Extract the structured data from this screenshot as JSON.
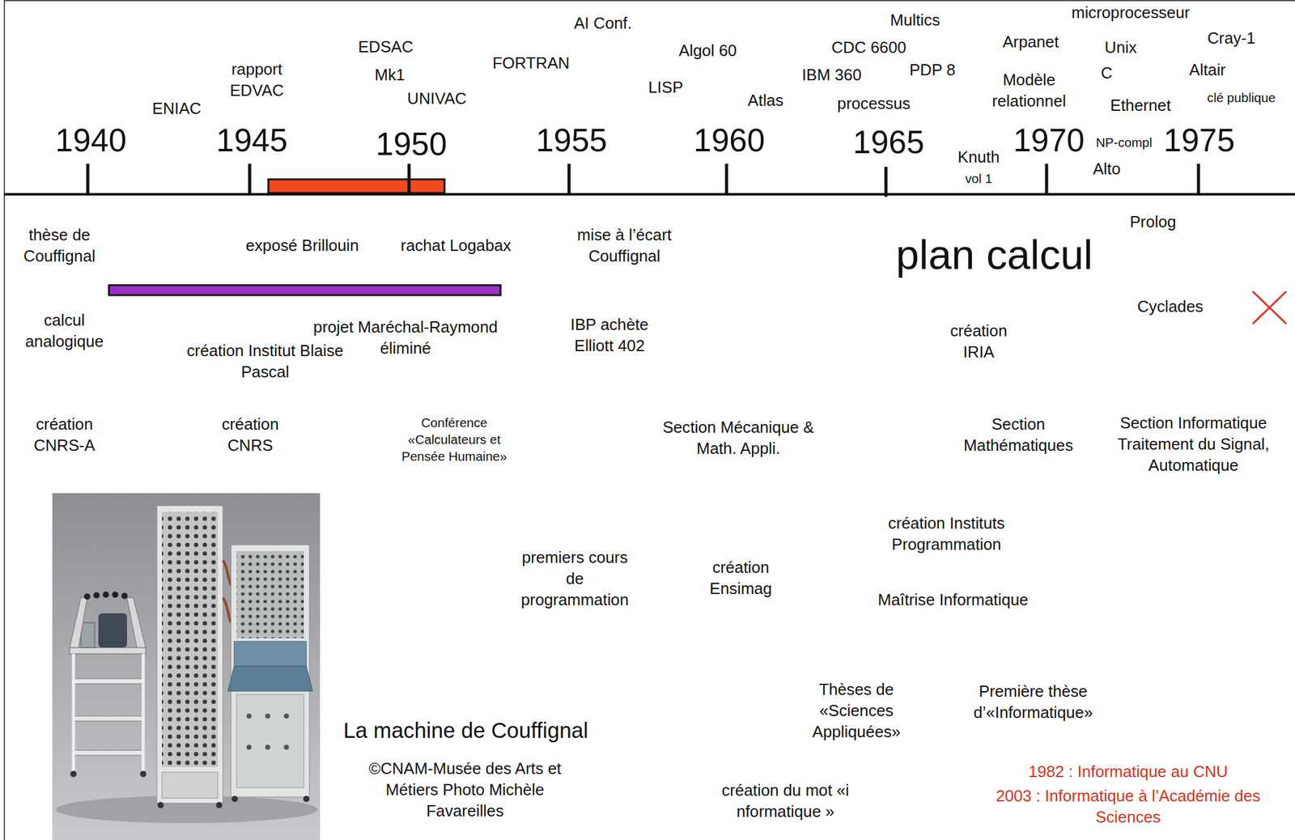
{
  "diagram": {
    "labels": [
      "1940",
      "1945",
      "1950",
      "1955",
      "1960",
      "1965",
      "1970",
      "1975",
      "ENIAC",
      "rapport EDVAC",
      "EDSAC",
      "Mk1",
      "UNIVAC",
      "FORTRAN",
      "AI Conf.",
      "Algol 60",
      "LISP",
      "Atlas",
      "Multics",
      "CDC 6600",
      "IBM 360",
      "PDP 8",
      "processus",
      "Arpanet",
      "Modèle relationnel",
      "microprocesseur",
      "Unix",
      "C",
      "Ethernet",
      "Cray-1",
      "Altair",
      "clé publique",
      "Knuth",
      "vol 1",
      "NP-compl",
      "Alto",
      "thèse de Couffignal",
      "exposé Brillouin",
      "rachat Logabax",
      "mise à l’écart Couffignal",
      "plan calcul",
      "Prolog",
      "Cyclades",
      "calcul analogique",
      "projet Maréchal-Raymond éliminé",
      "création Institut Blaise Pascal",
      "IBP achète Elliott 402",
      "création IRIA",
      "création CNRS-A",
      "création CNRS",
      "Conférence «Calculateurs et Pensée Humaine»",
      "Section Mécanique & Math. Appli.",
      "Section Mathématiques",
      "Section Informatique Traitement du Signal, Automatique",
      "création Instituts Programmation",
      "Maîtrise Informatique",
      "premiers cours de programmation",
      "création Ensimag",
      "Thèses de «Sciences Appliquées»",
      "Première thèse d’«Informatique»",
      "création du mot «i nformatique »",
      "La machine de Couffignal",
      "©CNAM-Musée des Arts et Métiers Photo Michèle Favareilles",
      "1982 : Informatique au CNU",
      "2003 : Informatique à l’Académie des Sciences"
    ]
  }
}
